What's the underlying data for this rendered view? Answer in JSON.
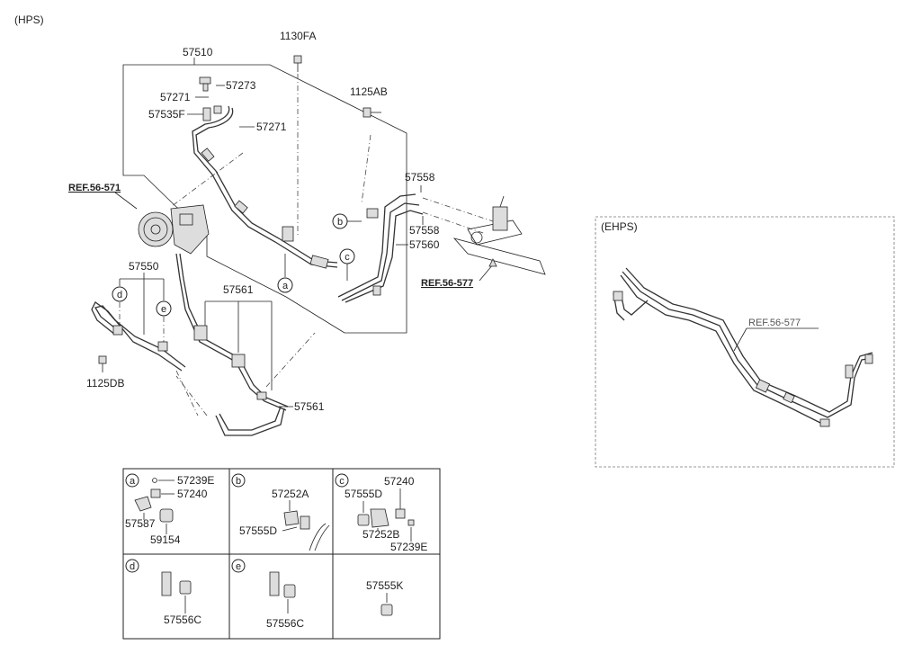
{
  "title": "(HPS)",
  "ehps_title": "(EHPS)",
  "refs": {
    "pump": "REF.56-571",
    "gear": "REF.56-577",
    "ehps": "REF.56-577"
  },
  "callouts": {
    "p57510": "57510",
    "p1130fa": "1130FA",
    "p1125ab": "1125AB",
    "p57273": "57273",
    "p57271a": "57271",
    "p57535f": "57535F",
    "p57271b": "57271",
    "p57558a": "57558",
    "p57558b": "57558",
    "p57560": "57560",
    "p57550": "57550",
    "p57561a": "57561",
    "p57561b": "57561",
    "p1125db": "1125DB"
  },
  "markers": {
    "a": "a",
    "b": "b",
    "c": "c",
    "d": "d",
    "e": "e"
  },
  "legend": {
    "a": {
      "marker": "a",
      "parts": [
        "57239E",
        "57240",
        "57587",
        "59154"
      ]
    },
    "b": {
      "marker": "b",
      "parts": [
        "57252A",
        "57555D"
      ]
    },
    "c": {
      "marker": "c",
      "parts": [
        "57240",
        "57555D",
        "57252B",
        "57239E"
      ]
    },
    "d": {
      "marker": "d",
      "parts": [
        "57556C"
      ]
    },
    "e": {
      "marker": "e",
      "parts": [
        "57556C"
      ]
    },
    "f": {
      "parts": [
        "57555K"
      ]
    }
  }
}
